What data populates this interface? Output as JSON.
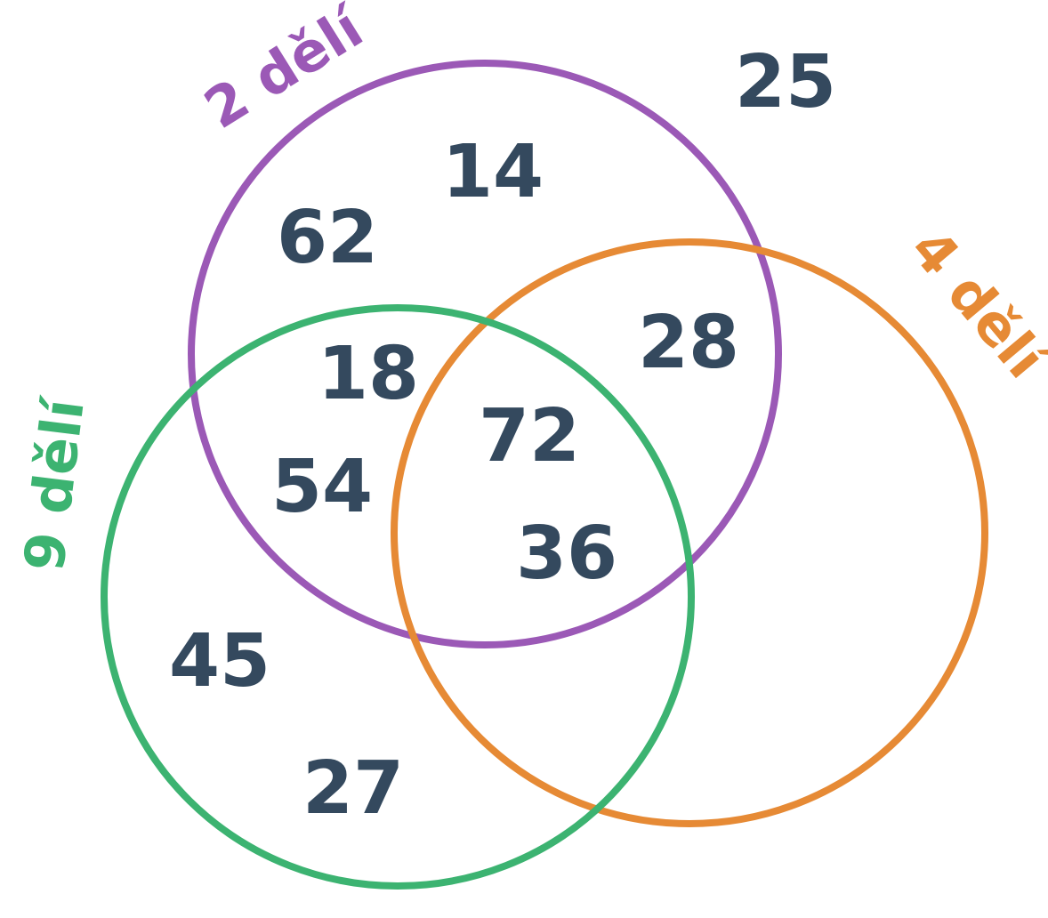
{
  "sets": [
    {
      "id": "two",
      "label": "2 dělí",
      "color": "#9b59b6"
    },
    {
      "id": "four",
      "label": "4 dělí",
      "color": "#e68a35"
    },
    {
      "id": "nine",
      "label": "9 dělí",
      "color": "#3cb371"
    }
  ],
  "numbers": {
    "outside": "25",
    "only_two_a": "14",
    "only_two_b": "62",
    "two_four": "28",
    "two_nine": "18",
    "two_nine_b": "54",
    "all_three": "72",
    "all_three_b": "36",
    "only_nine_a": "45",
    "only_nine_b": "27"
  },
  "colors": {
    "number": "#34495e",
    "background": "#ffffff"
  }
}
